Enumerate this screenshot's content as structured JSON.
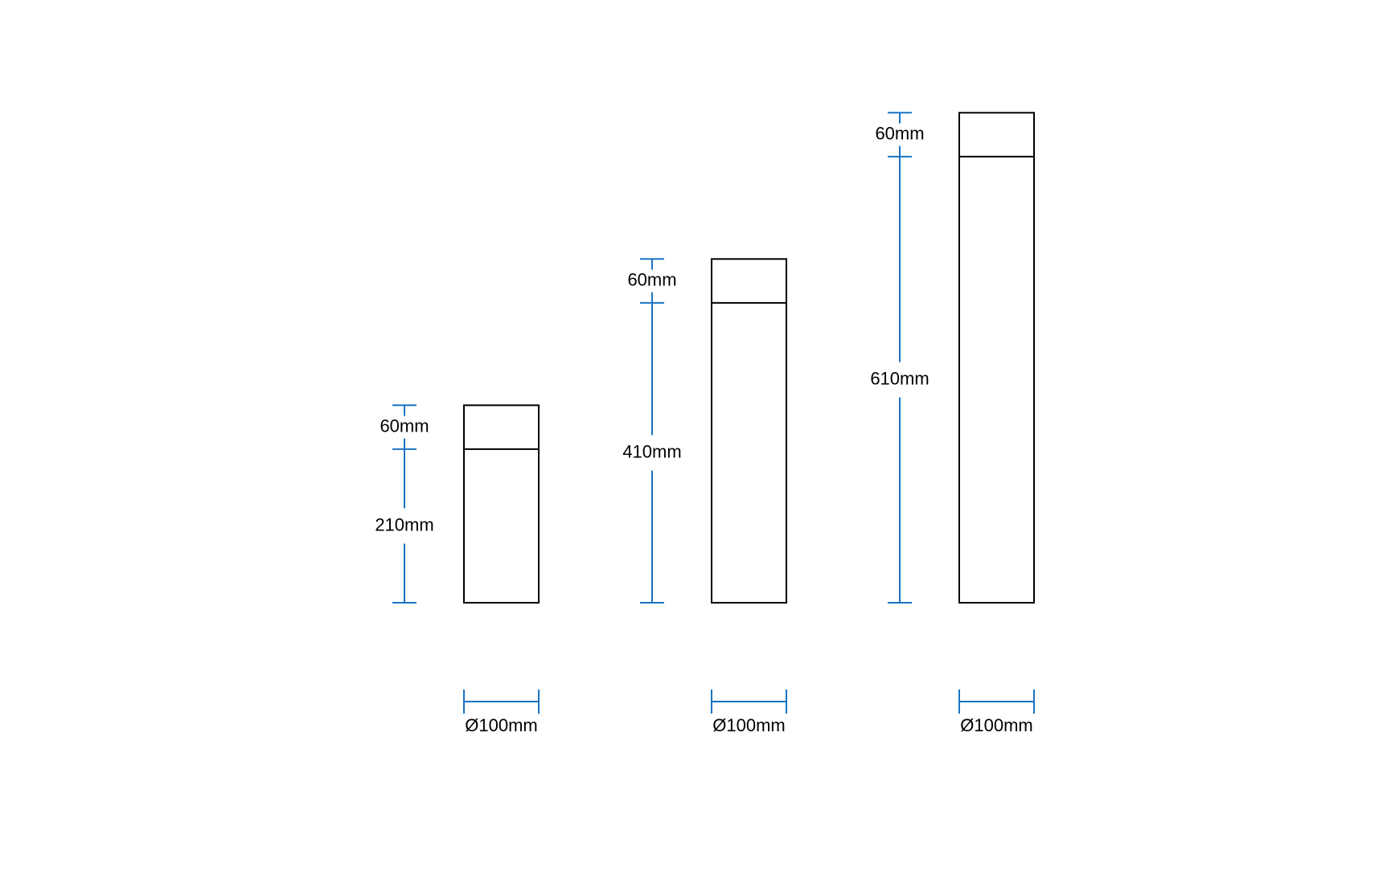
{
  "colors": {
    "outline": "#000000",
    "dimension": "#1a73c4",
    "background": "#ffffff"
  },
  "products": [
    {
      "id": "small",
      "cap_height_mm": 60,
      "body_height_mm": 210,
      "cap_label": "60mm",
      "body_label": "210mm",
      "diameter_label": "Ø100mm"
    },
    {
      "id": "medium",
      "cap_height_mm": 60,
      "body_height_mm": 410,
      "cap_label": "60mm",
      "body_label": "410mm",
      "diameter_label": "Ø100mm"
    },
    {
      "id": "large",
      "cap_height_mm": 60,
      "body_height_mm": 610,
      "cap_label": "60mm",
      "body_label": "610mm",
      "diameter_label": "Ø100mm"
    }
  ]
}
